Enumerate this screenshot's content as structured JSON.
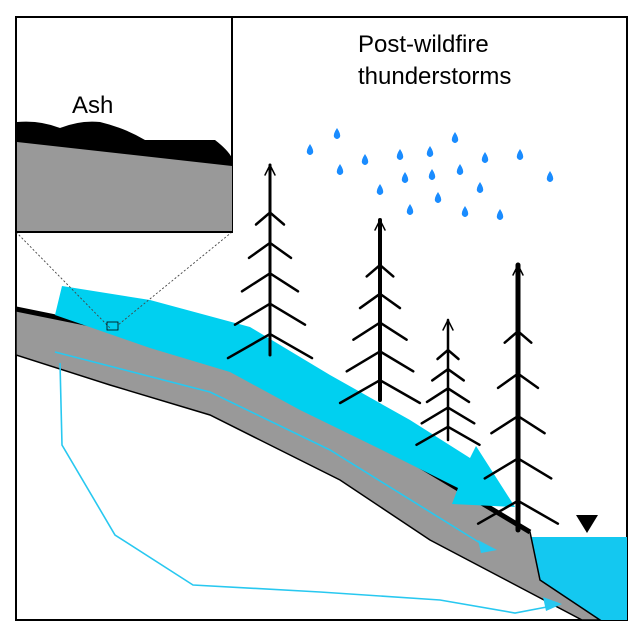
{
  "title_lines": [
    "Post-wildfire",
    "thunderstorms"
  ],
  "inset_label": "Ash",
  "colors": {
    "water": "#00d0f0",
    "rain": "#1a8cff",
    "ash": "#000000",
    "soil": "#999999",
    "pond": "#14c8f0",
    "flow_line": "#28c8f0",
    "tree": "#000000",
    "frame": "#000000"
  },
  "icons": [
    "raindrop-icon",
    "tree-icon",
    "water-level-marker-icon",
    "flow-arrow-icon"
  ]
}
